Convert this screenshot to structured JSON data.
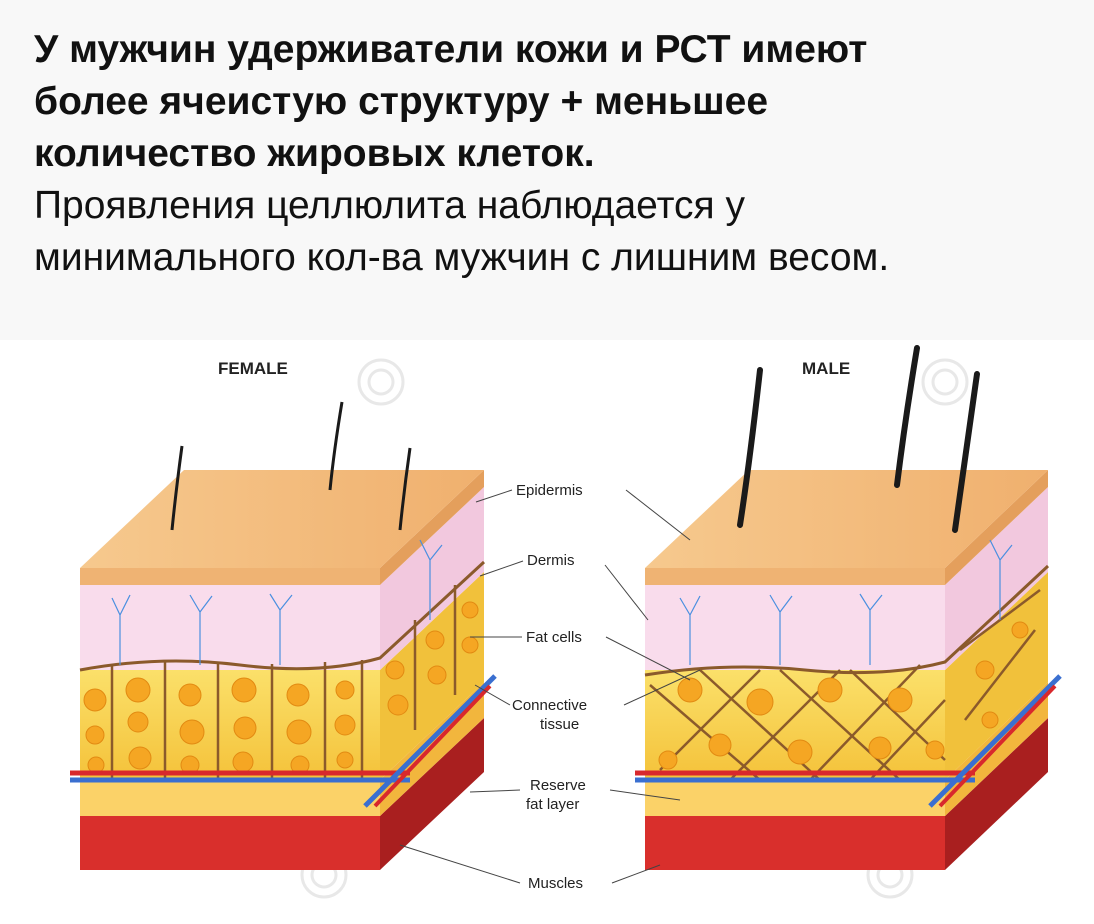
{
  "header": {
    "bold_lines": [
      "У мужчин удерживатели кожи и РСТ имеют",
      "более ячеистую структуру + меньшее",
      "количество жировых клеток."
    ],
    "normal_lines": [
      "Проявления целлюлита наблюдается у",
      "минимального кол-ва мужчин с лишним весом."
    ]
  },
  "diagram": {
    "female_label": "FEMALE",
    "male_label": "MALE",
    "labels": {
      "epidermis": "Epidermis",
      "dermis": "Dermis",
      "fat_cells": "Fat cells",
      "connective_1": "Connective",
      "connective_2": "tissue",
      "reserve_1": "Reserve",
      "reserve_2": "fat layer",
      "muscles": "Muscles"
    },
    "colors": {
      "epidermis_top": "#f3c07e",
      "epidermis_side": "#efb373",
      "dermis": "#f9dcec",
      "fat": "#f7cf47",
      "fat_cell": "#f5a623",
      "reserve_fat": "#fbd268",
      "muscle": "#d92f2c",
      "artery": "#d8282d",
      "vein": "#3a6fd0",
      "septa": "#8b5a2b"
    }
  }
}
